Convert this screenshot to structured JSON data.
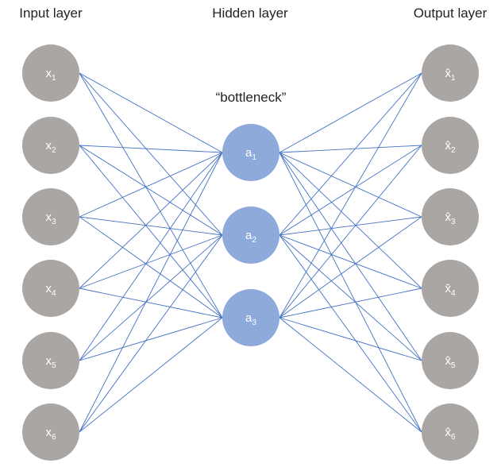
{
  "titles": {
    "input": "Input layer",
    "hidden": "Hidden layer",
    "output": "Output layer",
    "bottleneck": "“bottleneck”"
  },
  "colors": {
    "io_node": "#aaa6a4",
    "hidden_node": "#8eaadb",
    "edge": "#4472c4",
    "label": "#ffffff"
  },
  "input_nodes": [
    {
      "base": "x",
      "sub": "1"
    },
    {
      "base": "x",
      "sub": "2"
    },
    {
      "base": "x",
      "sub": "3"
    },
    {
      "base": "x",
      "sub": "4"
    },
    {
      "base": "x",
      "sub": "5"
    },
    {
      "base": "x",
      "sub": "6"
    }
  ],
  "hidden_nodes": [
    {
      "base": "a",
      "sub": "1"
    },
    {
      "base": "a",
      "sub": "2"
    },
    {
      "base": "a",
      "sub": "3"
    }
  ],
  "output_nodes": [
    {
      "base": "x̂",
      "sub": "1"
    },
    {
      "base": "x̂",
      "sub": "2"
    },
    {
      "base": "x̂",
      "sub": "3"
    },
    {
      "base": "x̂",
      "sub": "4"
    },
    {
      "base": "x̂",
      "sub": "5"
    },
    {
      "base": "x̂",
      "sub": "6"
    }
  ]
}
